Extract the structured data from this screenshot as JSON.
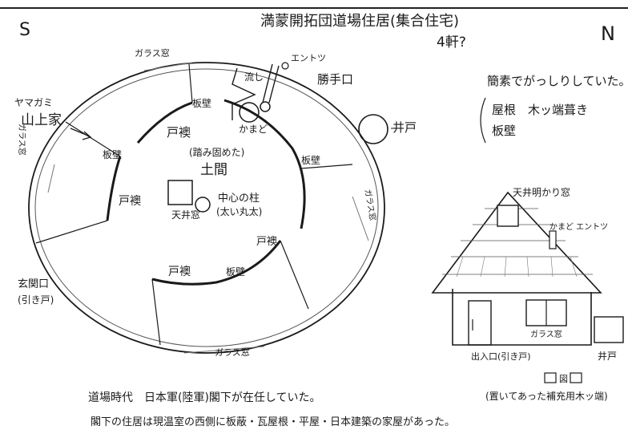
{
  "header": {
    "title": "満蒙開拓団道場住居(集合住宅)",
    "subtitle": "4軒?",
    "compass_south": "S",
    "compass_north": "N"
  },
  "plan": {
    "glass_window_top": "ガラス窓",
    "glass_window_left": "ガラス窓",
    "glass_window_right": "ガラス窓",
    "glass_window_bottom": "ガラス窓",
    "chimney": "エントツ",
    "sink": "流し",
    "kitchen_door": "勝手口",
    "board_wall_1": "板壁",
    "board_wall_2": "板壁",
    "board_wall_3": "板壁",
    "board_wall_4": "板壁",
    "stove": "かまど",
    "door_1": "戸襖",
    "door_2": "戸襖",
    "door_3": "戸襖",
    "door_4": "戸襖",
    "earth_floor_note": "(踏み固めた)",
    "earth_floor": "土間",
    "skylight": "天井窓",
    "center_pillar": "中心の柱",
    "center_pillar_note": "(太い丸太)",
    "yamagami_label": "ヤマガミ",
    "yamagami_house": "山上家",
    "entrance": "玄関口",
    "entrance_note": "(引き戸)",
    "well": "井戸"
  },
  "notes": {
    "line1": "簡素でがっしりしていた。",
    "line2": "屋根　木ッ端葺き",
    "line3": "板壁"
  },
  "elevation": {
    "skylight": "天井明かり窓",
    "stove_chimney": "かまど エントツ",
    "glass_window": "ガラス窓",
    "entrance": "出入口(引き戸)",
    "well": "井戸"
  },
  "footer": {
    "zu": "図",
    "wood_note": "(置いてあった補充用木ッ端)",
    "line1": "道場時代　日本軍(陸軍)閣下が在任していた。",
    "line2": "閣下の住居は現温室の西側に板蔽・瓦屋根・平屋・日本建築の家屋があった。"
  }
}
